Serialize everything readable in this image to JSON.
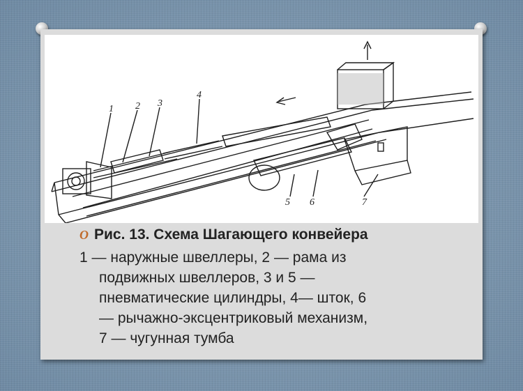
{
  "slide": {
    "bullet_glyph": "O",
    "title": "Рис. 13. Схема Шагающего конвейера",
    "lines": [
      "1 — наружные швеллеры, 2 — рама из",
      "подвижных швеллеров, 3 и 5 —",
      "пневматические цилиндры, 4— шток, 6",
      "— рычажно-эксцентриковый механизм,",
      "7 — чугунная тумба"
    ]
  },
  "figure": {
    "labels": [
      "1",
      "2",
      "3",
      "4",
      "5",
      "6",
      "7"
    ]
  },
  "colors": {
    "background": "#7d97ae",
    "card": "#dcdcdc",
    "bullet": "#c06a2a",
    "text": "#222222"
  }
}
